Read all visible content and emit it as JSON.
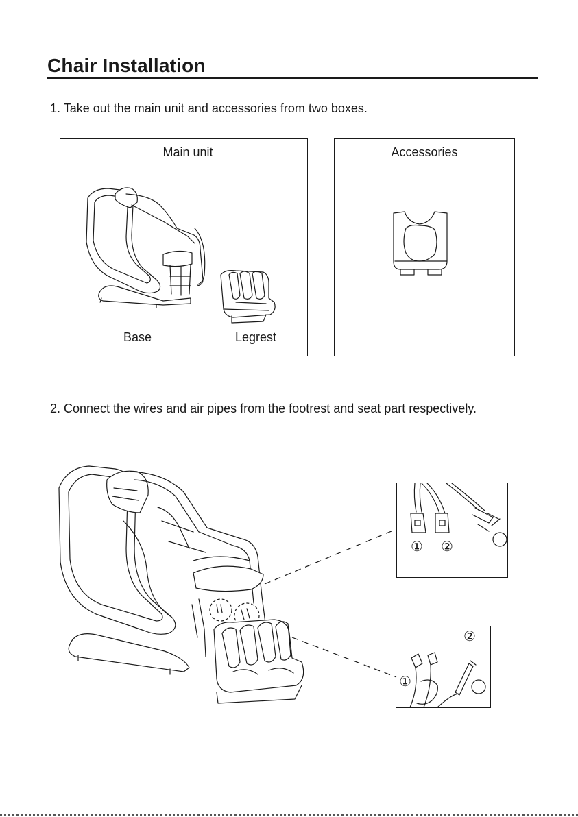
{
  "page": {
    "title": "Chair Installation",
    "step1": "1. Take out the main unit and accessories from two boxes.",
    "step2": "2. Connect the wires and air pipes from the footrest and seat part respectively."
  },
  "main_unit_box": {
    "heading": "Main unit",
    "base_label": "Base",
    "legrest_label": "Legrest"
  },
  "accessories_box": {
    "heading": "Accessories"
  },
  "detail_top": {
    "callouts": [
      "①",
      "②"
    ]
  },
  "detail_bottom": {
    "callouts": [
      "②",
      "①"
    ]
  }
}
